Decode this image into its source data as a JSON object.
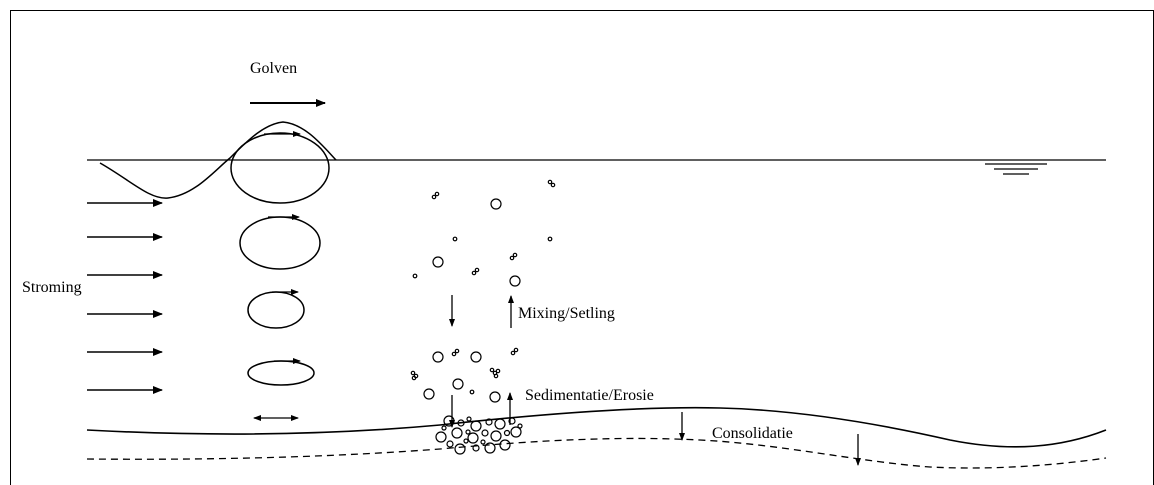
{
  "labels": {
    "waves": "Golven",
    "current": "Stroming",
    "mixing": "Mixing/Setling",
    "sedimentation": "Sedimentatie/Erosie",
    "consolidation": "Consolidatie"
  }
}
